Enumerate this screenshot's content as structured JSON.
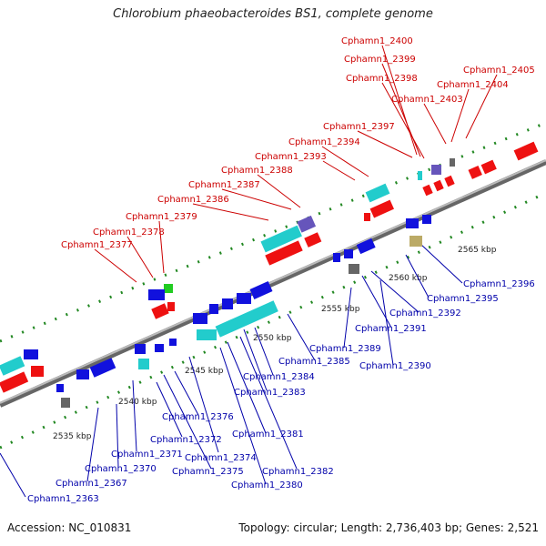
{
  "title": "Chlorobium phaeobacteroides BS1, complete genome",
  "footer": {
    "accession": "Accession: NC_010831",
    "summary": "Topology: circular; Length: 2,736,403 bp; Genes: 2,521"
  },
  "colors": {
    "red_label": "#cc0000",
    "blue_label": "#0000aa",
    "backbone": "#888888",
    "tick": "#228822"
  },
  "scale_labels": [
    "2535 kbp",
    "2540 kbp",
    "2545 kbp",
    "2550 kbp",
    "2555 kbp",
    "2560 kbp",
    "2565 kbp"
  ],
  "top_labels": [
    "Cphamn1_2400",
    "Cphamn1_2399",
    "Cphamn1_2398",
    "Cphamn1_2405",
    "Cphamn1_2404",
    "Cphamn1_2403",
    "Cphamn1_2397",
    "Cphamn1_2394",
    "Cphamn1_2393",
    "Cphamn1_2388",
    "Cphamn1_2387",
    "Cphamn1_2386",
    "Cphamn1_2379",
    "Cphamn1_2378",
    "Cphamn1_2377"
  ],
  "bottom_labels": [
    "Cphamn1_2396",
    "Cphamn1_2395",
    "Cphamn1_2392",
    "Cphamn1_2391",
    "Cphamn1_2389",
    "Cphamn1_2390",
    "Cphamn1_2385",
    "Cphamn1_2384",
    "Cphamn1_2383",
    "Cphamn1_2376",
    "Cphamn1_2381",
    "Cphamn1_2372",
    "Cphamn1_2371",
    "Cphamn1_2374",
    "Cphamn1_2370",
    "Cphamn1_2375",
    "Cphamn1_2382",
    "Cphamn1_2367",
    "Cphamn1_2380",
    "Cphamn1_2363"
  ]
}
